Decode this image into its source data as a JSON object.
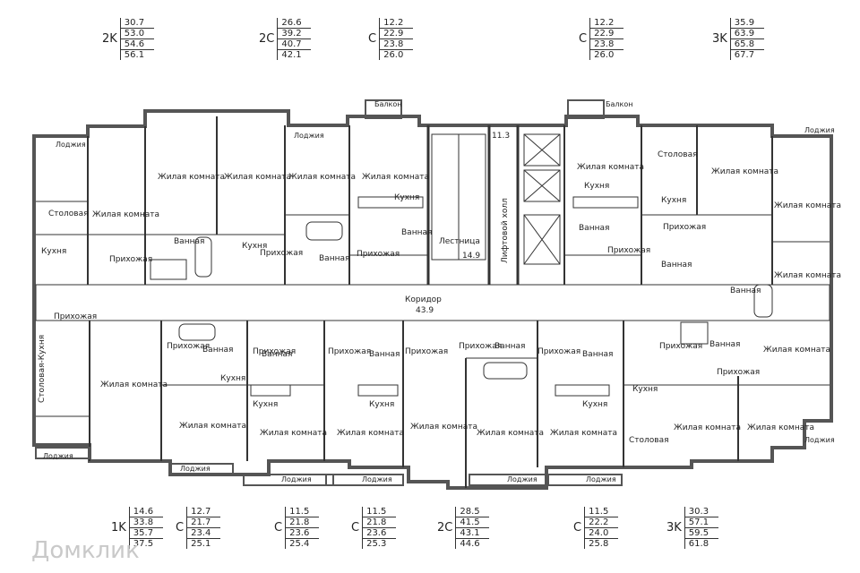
{
  "apartments_top": [
    {
      "code": "2K",
      "areas": [
        "30.7",
        "53.0",
        "54.6",
        "56.1"
      ]
    },
    {
      "code": "2C",
      "areas": [
        "26.6",
        "39.2",
        "40.7",
        "42.1"
      ]
    },
    {
      "code": "C",
      "areas": [
        "12.2",
        "22.9",
        "23.8",
        "26.0"
      ]
    },
    {
      "code": "C",
      "areas": [
        "12.2",
        "22.9",
        "23.8",
        "26.0"
      ]
    },
    {
      "code": "3K",
      "areas": [
        "35.9",
        "63.9",
        "65.8",
        "67.7"
      ]
    }
  ],
  "apartments_bottom": [
    {
      "code": "1K",
      "areas": [
        "14.6",
        "33.8",
        "35.7",
        "37.5"
      ]
    },
    {
      "code": "C",
      "areas": [
        "12.7",
        "21.7",
        "23.4",
        "25.1"
      ]
    },
    {
      "code": "C",
      "areas": [
        "11.5",
        "21.8",
        "23.6",
        "25.4"
      ]
    },
    {
      "code": "C",
      "areas": [
        "11.5",
        "21.8",
        "23.6",
        "25.3"
      ]
    },
    {
      "code": "2C",
      "areas": [
        "28.5",
        "41.5",
        "43.1",
        "44.6"
      ]
    },
    {
      "code": "C",
      "areas": [
        "11.5",
        "22.2",
        "24.0",
        "25.8"
      ]
    },
    {
      "code": "3K",
      "areas": [
        "30.3",
        "57.1",
        "59.5",
        "61.8"
      ]
    }
  ],
  "plan": {
    "stair_label": "Лестница",
    "stair_area": "14.9",
    "lift_label": "Лифтовой холл",
    "lift_area": "11.3",
    "corridor_label": "Коридор",
    "corridor_area": "43.9",
    "room_labels": {
      "living": "Жилая комната",
      "kitchen": "Кухня",
      "bath": "Ванная",
      "hall": "Прихожая",
      "dining": "Столовая",
      "dining_kitchen": "Столовая-Кухня",
      "loggia": "Лоджия",
      "balcony": "Балкон"
    }
  },
  "watermark": "Домклик"
}
